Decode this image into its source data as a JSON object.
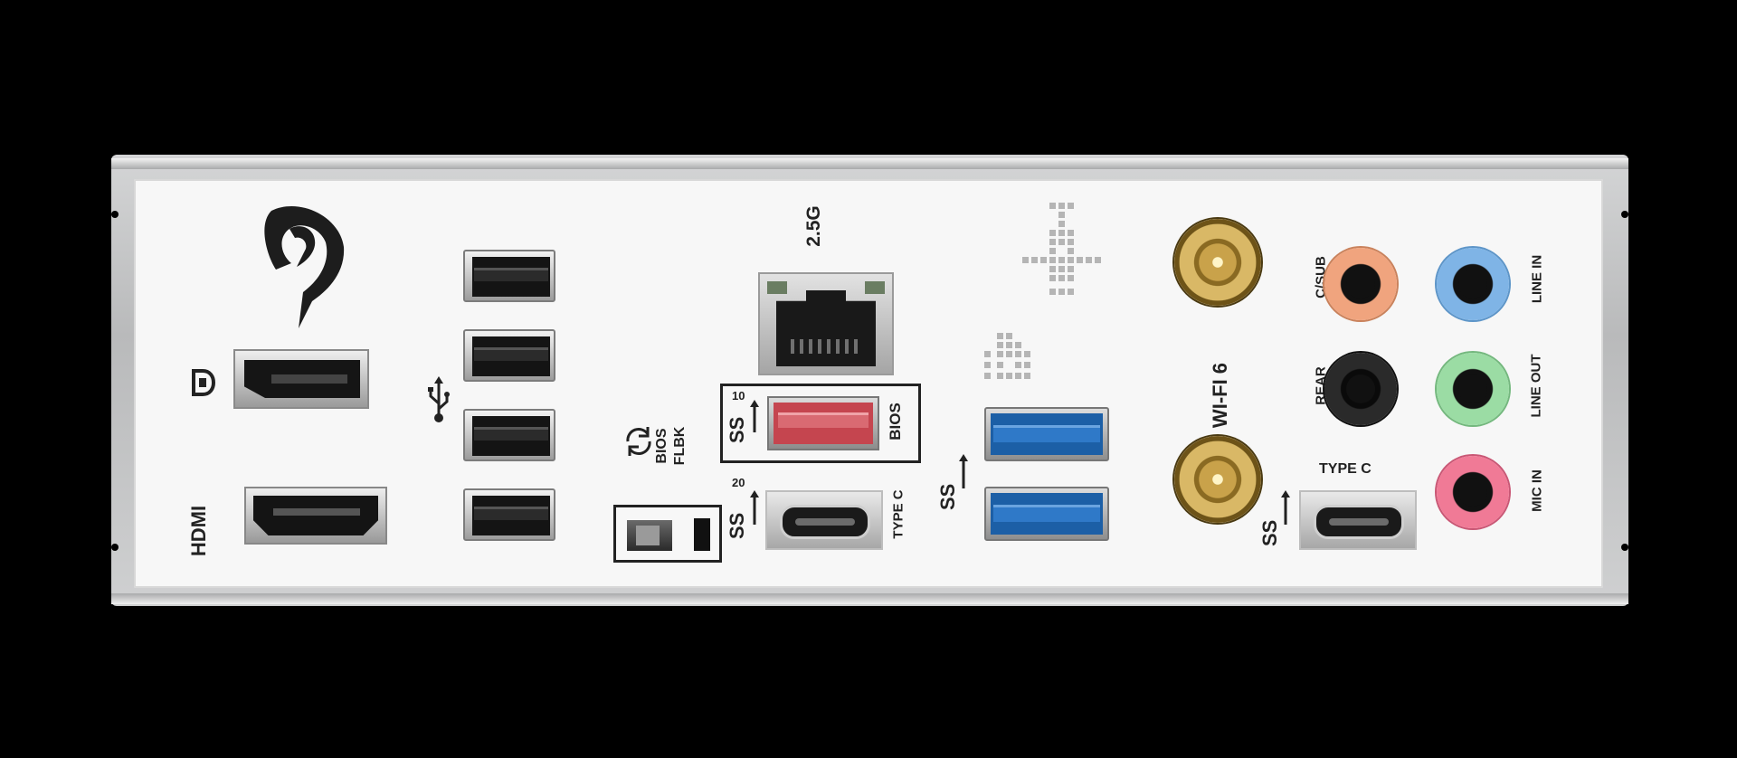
{
  "rear_io": {
    "network_label": "2.5G",
    "hdmi_label": "HDMI",
    "bios_flbk_label_line1": "BIOS",
    "bios_flbk_label_line2": "FLBK",
    "bios_usb_label": "BIOS",
    "usb10_superscript": "10",
    "usb20_superscript": "20",
    "type_c_label_left": "TYPE C",
    "type_c_label_right": "TYPE C",
    "wifi_label": "WI-FI 6",
    "audio": {
      "csub_label": "C/SUB",
      "rear_label": "REAR",
      "line_in_label": "LINE IN",
      "line_out_label": "LINE OUT",
      "mic_in_label": "MIC IN"
    },
    "colors": {
      "csub": "#f0a47e",
      "rear": "#2a2a2a",
      "line_in": "#7fb4e6",
      "line_out": "#9bdca4",
      "mic_in": "#f07a96",
      "usb3_blue": "#1c5fa6",
      "bios_usb_red": "#c5454f"
    },
    "icons": [
      "rog-logo-icon",
      "displayport-icon",
      "usb-icon",
      "superspeed-usb-icon",
      "flashback-refresh-icon"
    ]
  }
}
